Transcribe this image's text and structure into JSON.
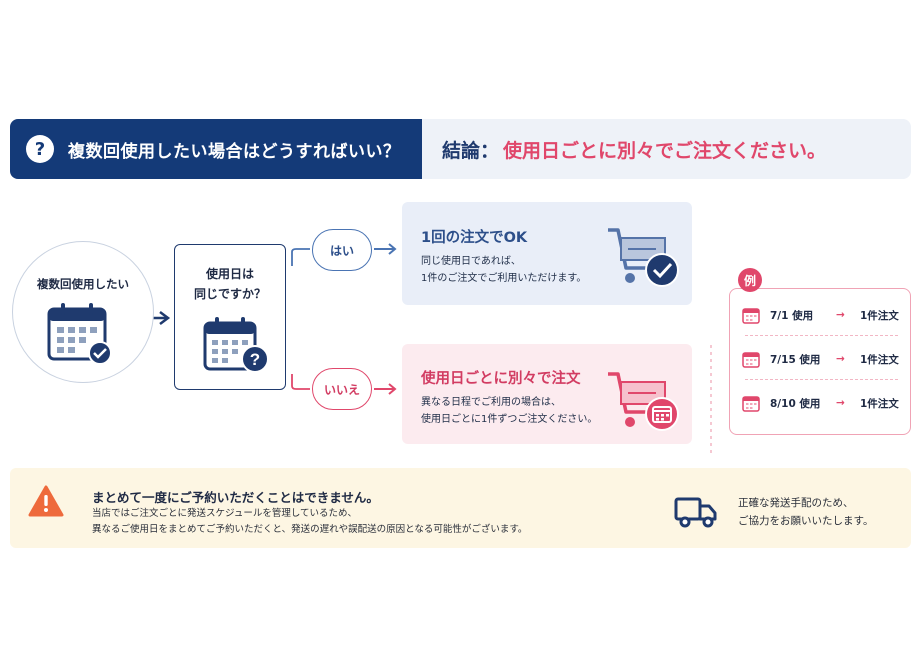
{
  "header": {
    "question": "複数回使用したい場合はどうすればいい？",
    "conclusion_label": "結論：",
    "conclusion_text": "使用日ごとに別々でご注文ください。"
  },
  "start": {
    "label": "複数回使用したい"
  },
  "decision": {
    "line1": "使用日は",
    "line2": "同じですか？"
  },
  "branches": {
    "yes": {
      "pill": "はい",
      "title": "1回の注文でOK",
      "body1": "同じ使用日であれば、",
      "body2": "1件のご注文でご利用いただけます。"
    },
    "no": {
      "pill": "いいえ",
      "title": "使用日ごとに別々で注文",
      "body1": "異なる日程でご利用の場合は、",
      "body2": "使用日ごとに1件ずつご注文ください。"
    }
  },
  "example": {
    "badge": "例",
    "rows": [
      {
        "date": "7/1 使用",
        "arrow": "→",
        "count": "1件注文"
      },
      {
        "date": "7/15 使用",
        "arrow": "→",
        "count": "1件注文"
      },
      {
        "date": "8/10 使用",
        "arrow": "→",
        "count": "1件注文"
      }
    ]
  },
  "notice": {
    "title": "まとめて一度にご予約いただくことはできません。",
    "body1": "当店ではご注文ごとに発送スケジュールを管理しているため、",
    "body2": "異なるご使用日をまとめてご予約いただくと、発送の遅れや誤配送の原因となる可能性がございます。",
    "right1": "正確な発送手配のため、",
    "right2": "ご協力をお願いいたします。"
  },
  "colors": {
    "navy": "#143a78",
    "pink": "#e0476b",
    "blue": "#4a74b3",
    "warning": "#ee6a3c"
  },
  "icons": [
    "question-icon",
    "calendar-check-icon",
    "calendar-question-icon",
    "cart-check-icon",
    "cart-calendar-icon",
    "calendar-small-icon",
    "warning-icon",
    "truck-icon",
    "arrow-right-icon"
  ]
}
